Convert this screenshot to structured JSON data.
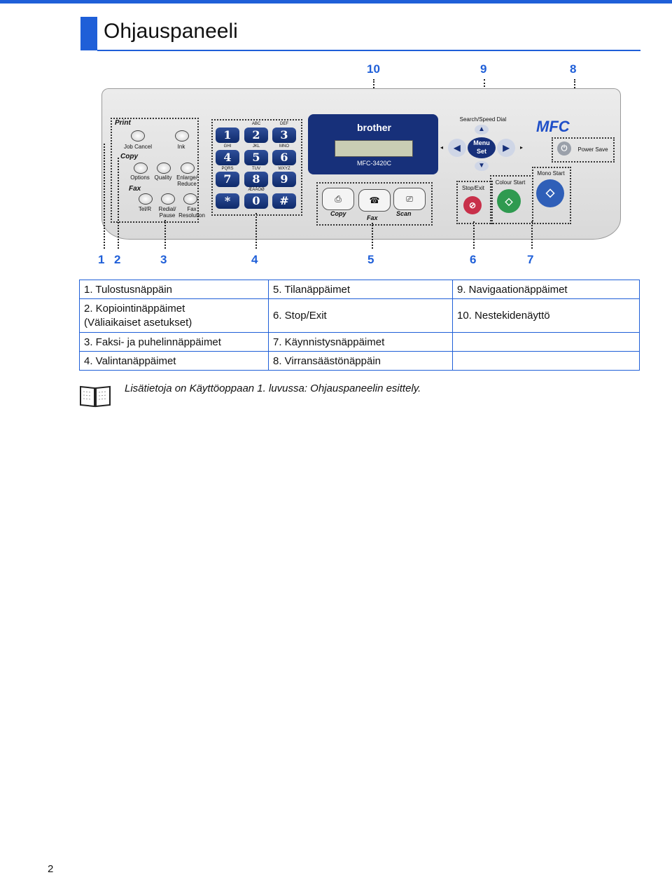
{
  "page": {
    "title": "Ohjauspaneeli",
    "page_number": "2"
  },
  "callouts_top": [
    "10",
    "9",
    "8"
  ],
  "callouts_bottom": [
    "1",
    "2",
    "3",
    "4",
    "5",
    "6",
    "7"
  ],
  "panel": {
    "sections": {
      "print": "Print",
      "copy": "Copy",
      "fax": "Fax"
    },
    "buttons": {
      "job_cancel": "Job Cancel",
      "ink": "Ink",
      "options": "Options",
      "quality": "Quality",
      "enlarge_reduce": "Enlarge/ Reduce",
      "tel_r": "Tel/R",
      "redial_pause": "Redial/ Pause",
      "fax_resolution": "Fax Resolution"
    },
    "keypad": {
      "keys": [
        "1",
        "2",
        "3",
        "4",
        "5",
        "6",
        "7",
        "8",
        "9",
        "*",
        "0",
        "#"
      ],
      "letters": [
        "",
        "ABC",
        "DEF",
        "GHI",
        "JKL",
        "MNO",
        "PQRS",
        "TUV",
        "WXYZ",
        "",
        "ÆÄÅÖØ",
        ""
      ]
    },
    "brand": "brother",
    "model": "MFC-3420C",
    "modes": [
      "Copy",
      "Fax",
      "Scan"
    ],
    "search_speed_dial": "Search/Speed Dial",
    "menu_set": [
      "Menu",
      "Set"
    ],
    "stop_exit": "Stop/Exit",
    "colour_start": "Colour Start",
    "mono_start": "Mono Start",
    "power_save": "Power Save",
    "logo": "MFC"
  },
  "legend": [
    [
      "1. Tulostusnäppäin",
      "5. Tilanäppäimet",
      "9. Navigaationäppäimet"
    ],
    [
      "2. Kopiointinäppäimet\n(Väliaikaiset asetukset)",
      "6. Stop/Exit",
      "10. Nestekidenäyttö"
    ],
    [
      "3. Faksi- ja puhelinnäppäimet",
      "7. Käynnistysnäppäimet",
      ""
    ],
    [
      "4. Valintanäppäimet",
      "8. Virransäästönäppäin",
      ""
    ]
  ],
  "note": "Lisätietoja on Käyttöoppaan 1. luvussa: Ohjauspaneelin esittely.",
  "colors": {
    "accent": "#1f5fd8",
    "lcd_frame": "#17307a"
  }
}
